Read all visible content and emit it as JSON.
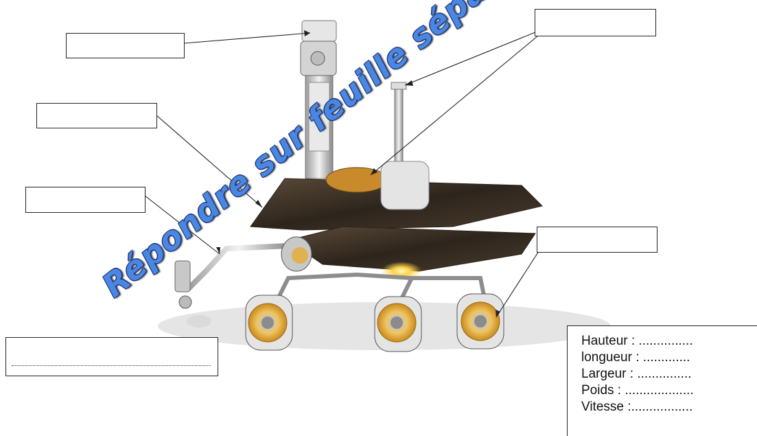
{
  "watermark": {
    "text": "Répondre sur feuille séparée"
  },
  "specs": {
    "rows": [
      "Hauteur  : ...............",
      "longueur  : .............",
      "Largeur  : ...............",
      "Poids  : ...................",
      "Vitesse  :................."
    ]
  },
  "colors": {
    "watermark": "#4a87e2",
    "wheel_gold": "#e8a93c",
    "deck": "#3a2f24"
  },
  "icons": [
    "rover-illustration"
  ]
}
